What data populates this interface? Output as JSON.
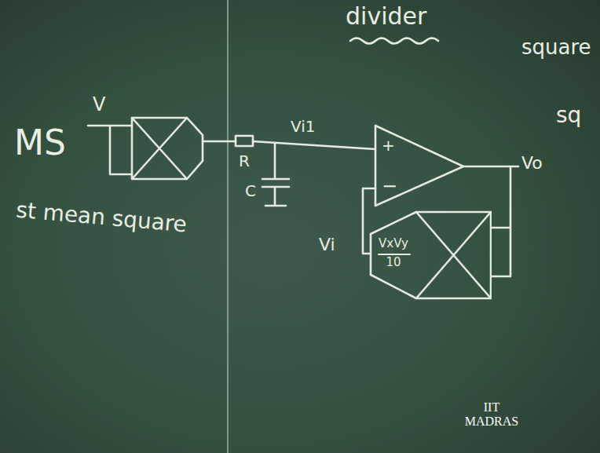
{
  "diagram": {
    "nodes": [
      {
        "text": [
          "VxVy",
          "10"
        ]
      }
    ],
    "labels": [
      "divider",
      "MS",
      "V",
      "st mean square",
      "R",
      "C",
      "Vi1",
      "+",
      "−",
      "Vo",
      "Vi",
      "square",
      "sq",
      "IIT MADRAS"
    ]
  }
}
